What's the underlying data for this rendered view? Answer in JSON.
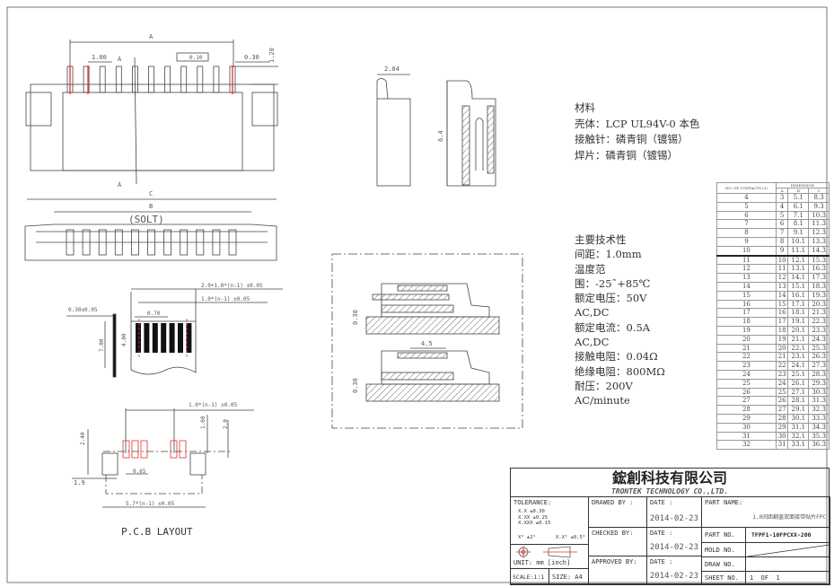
{
  "drawing": {
    "front_view": {
      "dim_a": "A",
      "dim_pitch": "1.00",
      "dim_pin_offset": "0.30",
      "dim_height": "1.20",
      "flatness": "0.10",
      "section_marker": "A"
    },
    "bottom_view": {
      "dim_c": "C",
      "dim_b": "B",
      "slot_label": "(SOLT)"
    },
    "side_view": {
      "dim_width": "2.04",
      "dim_height": "6.4"
    },
    "section_view": {
      "dim_upper": "0.30",
      "dim_lower": "0.30",
      "dim_depth": "4.5"
    },
    "fpc": {
      "dim_total": "2.0+1.0*(n-1) ±0.05",
      "dim_pitch_span": "1.0*(n-1) ±0.05",
      "dim_thickness": "0.30±0.05",
      "dim_width": "0.70",
      "dim_length": "7.00",
      "dim_contact": "4.00"
    },
    "pcb": {
      "dim_pitch_span": "1.0*(n-1) ±0.05",
      "dim_pad_len": "1.60",
      "dim_pad_h": "2.40",
      "dim_total_h": "2.0",
      "dim_pad_w": "0.65",
      "dim_side": "1.9",
      "dim_total": "5.7*(n-1) ±0.05",
      "title": "P.C.B LAYOUT"
    }
  },
  "materials": {
    "heading": "材料",
    "lines": [
      "壳体：LCP UL94V-0 本色",
      "接触针：磷青铜（镀锡）",
      "焊片：磷青铜（镀锡）"
    ]
  },
  "specs": {
    "heading": "主要技术性",
    "lines": [
      "间距：1.0mm",
      "温度范",
      "围：-25˜+85℃",
      "额定电压：50V",
      "AC,DC",
      "额定电流：0.5A",
      "AC,DC",
      "接触电阻：0.04Ω",
      "绝缘电阻：800MΩ",
      "耐压：200V",
      "AC/minute"
    ]
  },
  "dimension_table": {
    "header_contacts": "NO. OF CONTACTS (2)",
    "header_dimension": "DIMENSION",
    "columns": [
      "A",
      "B",
      "C"
    ],
    "rows": [
      [
        "4",
        "3",
        "5.1",
        "8.3"
      ],
      [
        "5",
        "4",
        "6.1",
        "9.3"
      ],
      [
        "6",
        "5",
        "7.1",
        "10.3"
      ],
      [
        "7",
        "6",
        "8.1",
        "11.3"
      ],
      [
        "8",
        "7",
        "9.1",
        "12.3"
      ],
      [
        "9",
        "8",
        "10.1",
        "13.3"
      ],
      [
        "10",
        "9",
        "11.1",
        "14.3"
      ],
      [
        "11",
        "10",
        "12.1",
        "15.3"
      ],
      [
        "12",
        "11",
        "13.1",
        "16.3"
      ],
      [
        "13",
        "12",
        "14.1",
        "17.3"
      ],
      [
        "14",
        "13",
        "15.1",
        "18.3"
      ],
      [
        "15",
        "14",
        "16.1",
        "19.3"
      ],
      [
        "16",
        "15",
        "17.1",
        "20.3"
      ],
      [
        "17",
        "16",
        "18.1",
        "21.3"
      ],
      [
        "18",
        "17",
        "19.1",
        "22.3"
      ],
      [
        "19",
        "18",
        "20.1",
        "23.3"
      ],
      [
        "20",
        "19",
        "21.1",
        "24.3"
      ],
      [
        "21",
        "20",
        "22.1",
        "25.3"
      ],
      [
        "22",
        "21",
        "23.1",
        "26.3"
      ],
      [
        "23",
        "22",
        "24.1",
        "27.3"
      ],
      [
        "24",
        "23",
        "25.1",
        "28.3"
      ],
      [
        "25",
        "24",
        "26.1",
        "29.3"
      ],
      [
        "26",
        "25",
        "27.1",
        "30.3"
      ],
      [
        "27",
        "26",
        "28.1",
        "31.3"
      ],
      [
        "28",
        "27",
        "29.1",
        "32.3"
      ],
      [
        "29",
        "28",
        "30.1",
        "33.3"
      ],
      [
        "30",
        "29",
        "31.1",
        "34.3"
      ],
      [
        "31",
        "30",
        "32.1",
        "35.3"
      ],
      [
        "32",
        "31",
        "33.1",
        "36.3"
      ]
    ]
  },
  "title_block": {
    "company_cn": "鋐創科技有限公司",
    "company_en": "TRONTEK TECHNOLOGY CO.,LTD.",
    "tolerance_label": "TOLERANCE:",
    "tolerances": [
      "X.X  ±0.30",
      "X.XX ±0.25",
      "X.XXX ±0.15"
    ],
    "angle_tol": "X° ±2°",
    "angle_tol2": "X.X° ±0.5°",
    "unit": "UNIT: mm [inch]",
    "scale": "SCALE:1:1",
    "size": "SIZE: A4",
    "drawn_by_label": "DRAWED BY :",
    "checked_by_label": "CHECKED BY:",
    "approved_by_label": "APPROVED BY:",
    "date_label": "DATE :",
    "drawn_date": "2014-02-23",
    "checked_date": "2014-02-23",
    "approved_date": "2014-02-23",
    "part_name_label": "PART NAME:",
    "part_name": "1.0间距翻盖双面接带贴片FPC",
    "part_no_label": "PART NO.",
    "part_no": "TFPF1-10FPCXX-200",
    "mold_no_label": "MOLD NO.",
    "draw_no_label": "DRAW NO.",
    "sheet_no_label": "SHEET NO.",
    "sheet_no": "1  OF  1"
  }
}
